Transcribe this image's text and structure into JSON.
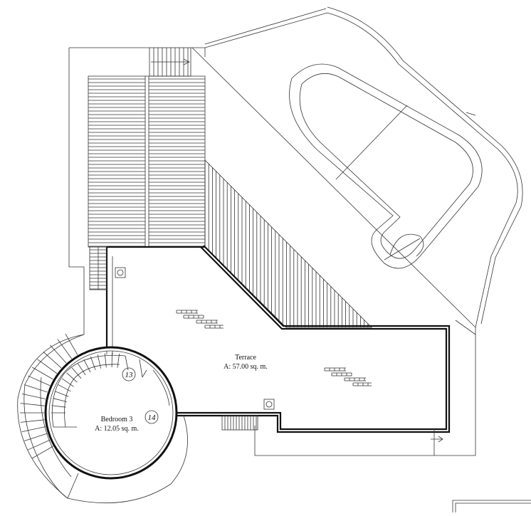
{
  "rooms": {
    "terrace": {
      "name": "Terrace",
      "area": "A: 57.00 sq. m."
    },
    "bedroom": {
      "name": "Bedroom 3",
      "area": "A: 12.05 sq. m."
    }
  },
  "markers": {
    "spiral_stair": "13",
    "bedroom": "14"
  },
  "colors": {
    "line": "#111111",
    "fine_line": "#333333",
    "background": "#ffffff"
  }
}
